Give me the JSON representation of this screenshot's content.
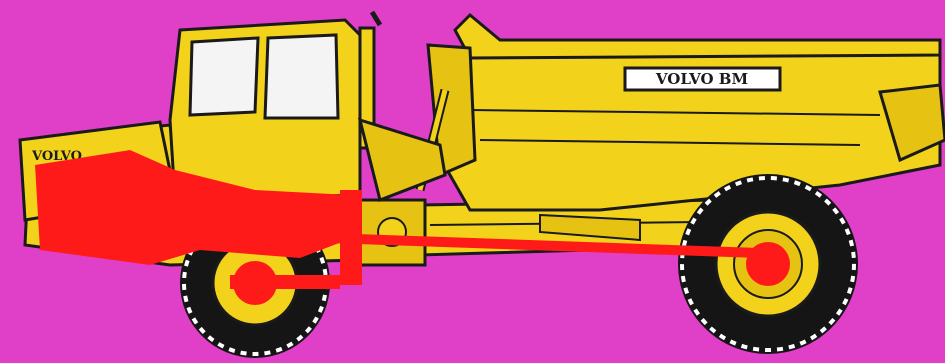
{
  "illustration": {
    "subject": "articulated-dump-truck",
    "colors": {
      "background": "#e040c8",
      "body": "#f2d21a",
      "outline": "#1a1a1a",
      "drivetrain": "#ff1a1a",
      "tire": "#151515",
      "tread": "#ffffff",
      "glass": "#f4f4f4"
    }
  },
  "dump_body": {
    "brand_label": "VOLVO BM"
  },
  "hood": {
    "brand_label": "VOLVO"
  }
}
